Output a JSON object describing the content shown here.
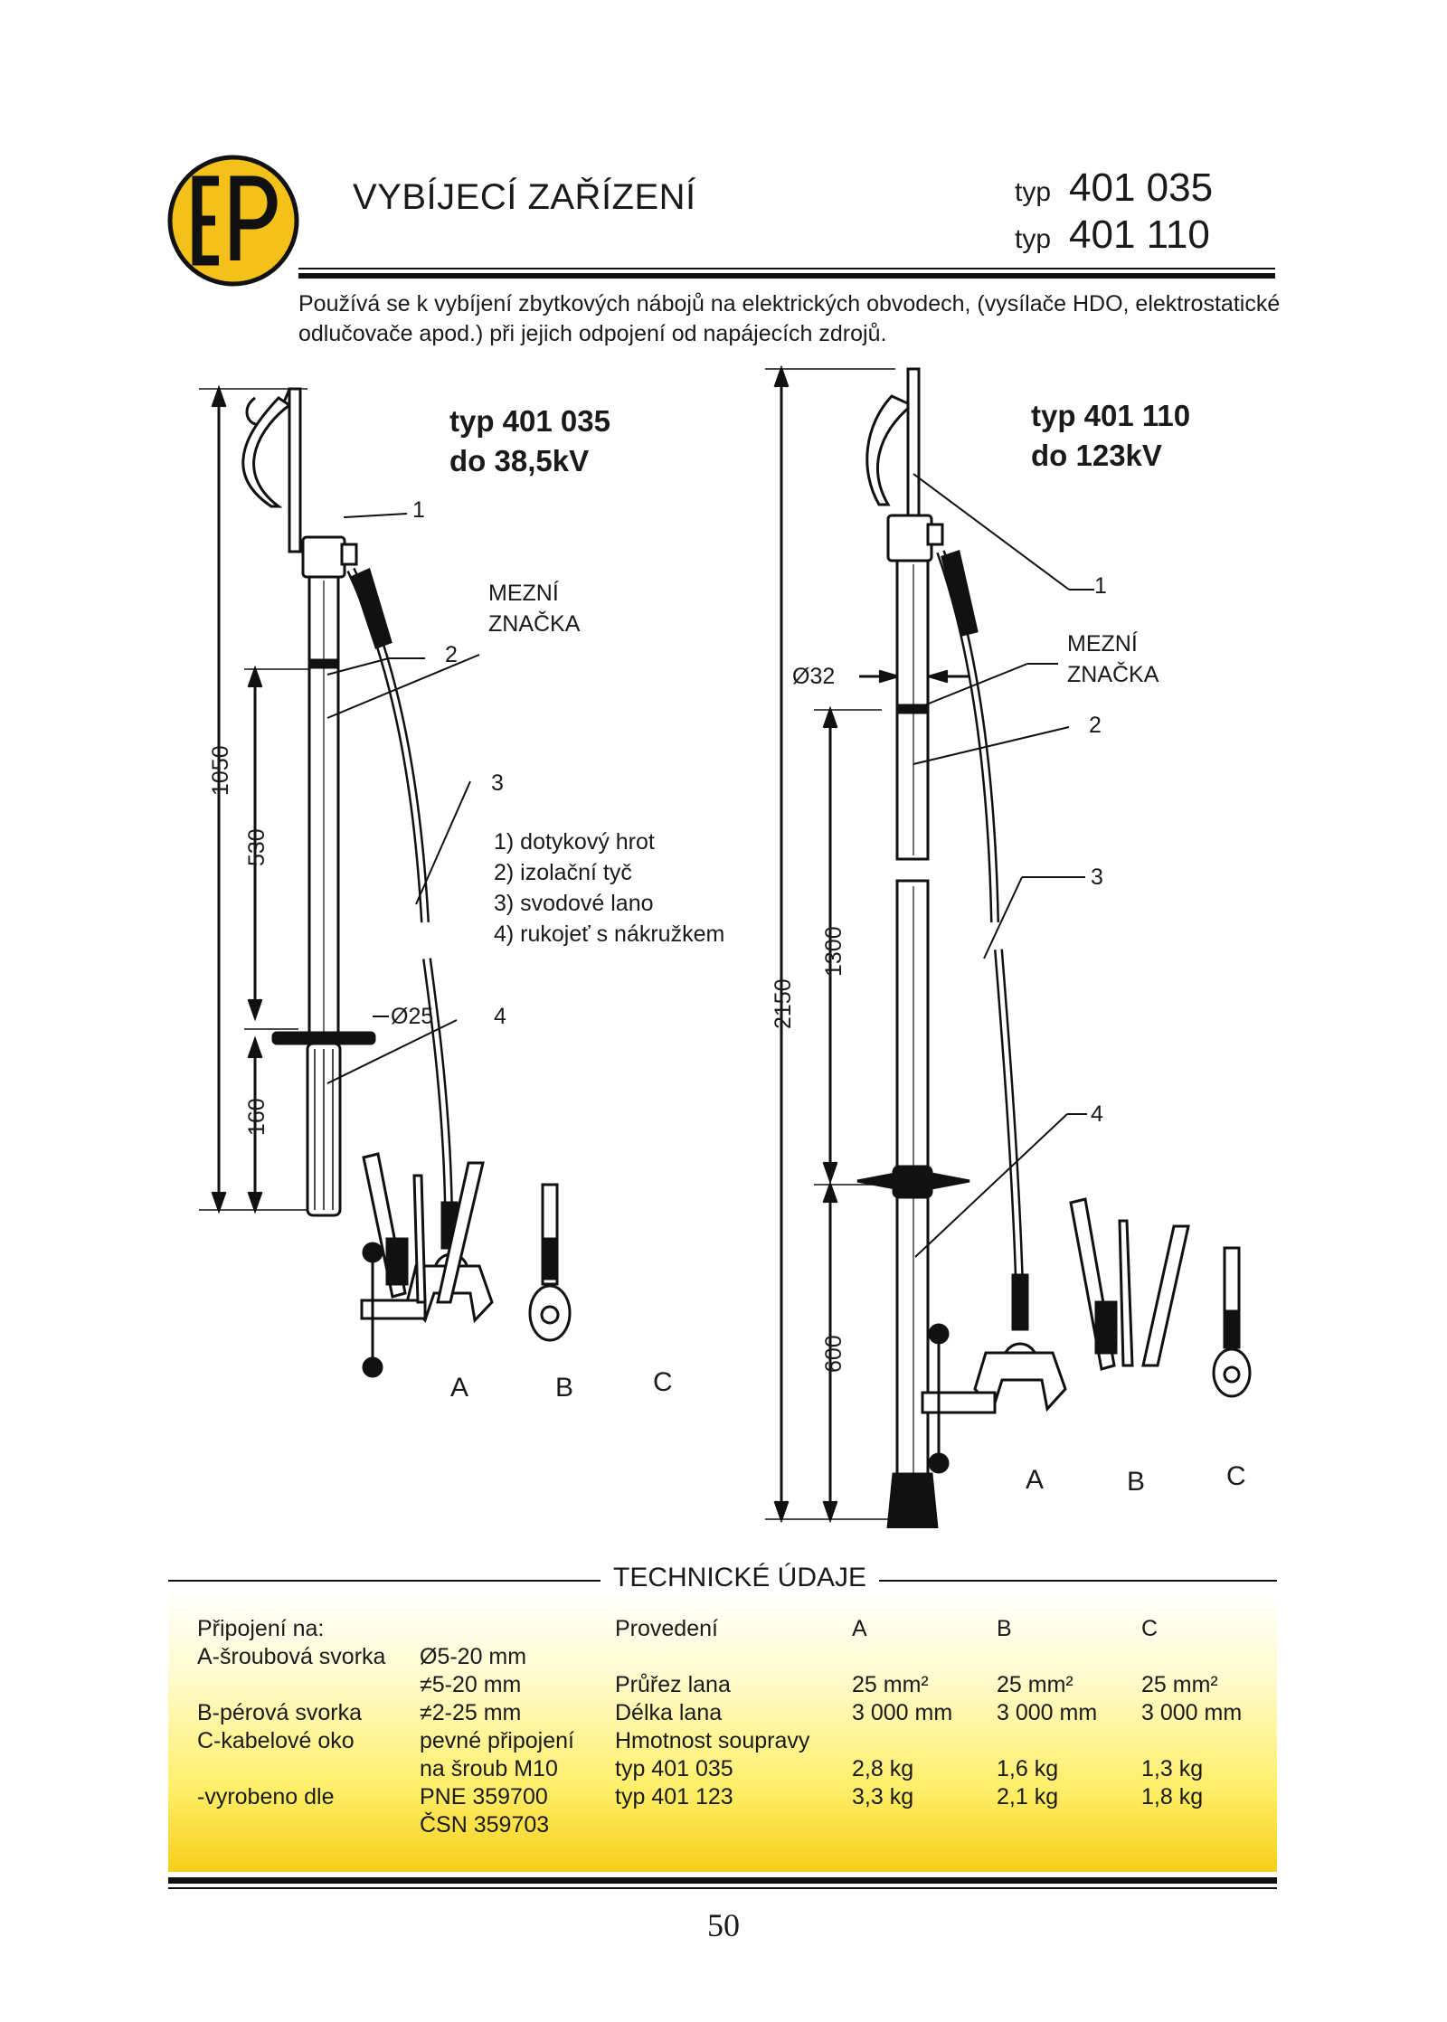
{
  "header": {
    "logo_text": "EP",
    "title": "VYBÍJECÍ ZAŘÍZENÍ",
    "types": [
      {
        "prefix": "typ",
        "number": "401 035"
      },
      {
        "prefix": "typ",
        "number": "401 110"
      }
    ]
  },
  "description": "Používá se k vybíjení zbytkových nábojů na elektrických obvodech, (vysílače HDO, elektrostatické odlučovače apod.) při jejich odpojení od napájecích zdrojů.",
  "drawing_left": {
    "heading_line1": "typ 401 035",
    "heading_line2": "do 38,5kV",
    "callouts": [
      "1",
      "2",
      "3",
      "4"
    ],
    "limit_mark": [
      "MEZNÍ",
      "ZNAČKA"
    ],
    "dimensions": [
      "1050",
      "530",
      "160",
      "Ø25"
    ],
    "legend": [
      "1) dotykový hrot",
      "2) izolační tyč",
      "3) svodové lano",
      "4) rukojeť s nákružkem"
    ],
    "connectors": [
      "A",
      "B",
      "C"
    ]
  },
  "drawing_right": {
    "heading_line1": "typ 401 110",
    "heading_line2": "do 123kV",
    "callouts": [
      "1",
      "2",
      "3",
      "4"
    ],
    "limit_mark": [
      "MEZNÍ",
      "ZNAČKA"
    ],
    "dimensions": [
      "Ø32",
      "2150",
      "1300",
      "600"
    ],
    "connectors": [
      "A",
      "B",
      "C"
    ]
  },
  "tech": {
    "title": "TECHNICKÉ ÚDAJE",
    "left_col": [
      "Připojení na:",
      " A-šroubová svorka",
      "",
      " B-pérová svorka",
      " C-kabelové oko",
      "",
      "-vyrobeno dle"
    ],
    "mid_col": [
      "",
      "Ø5-20 mm",
      "≠5-20 mm",
      "≠2-25 mm",
      "pevné připojení",
      "na šroub M10",
      "PNE 359700",
      "ČSN 359703"
    ],
    "param_col": [
      "Provedení",
      "Průřez lana",
      "Délka lana",
      "Hmotnost soupravy",
      "typ 401 035",
      "typ 401 123"
    ],
    "col_A": [
      "A",
      "25 mm²",
      "3 000 mm",
      "2,8 kg",
      "3,3 kg"
    ],
    "col_B": [
      "B",
      "25 mm²",
      "3 000 mm",
      "1,6 kg",
      "2,1 kg"
    ],
    "col_C": [
      "C",
      "25 mm²",
      "3 000 mm",
      "1,3 kg",
      "1,8 kg"
    ]
  },
  "page_number": "50"
}
